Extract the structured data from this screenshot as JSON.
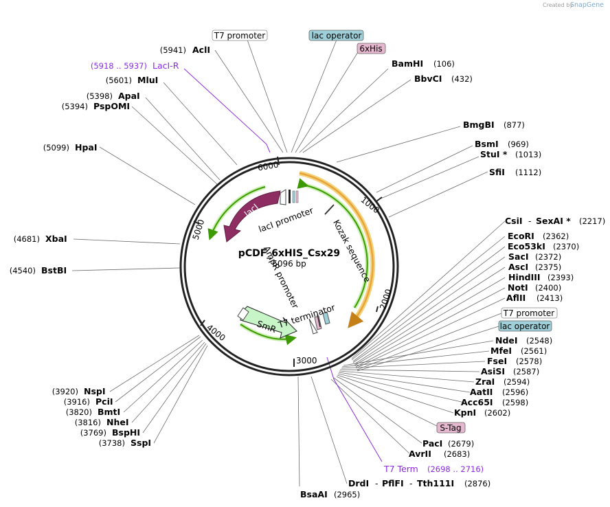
{
  "header": {
    "credit": "Created by",
    "logo": "SnapGene"
  },
  "plasmid": {
    "name": "pCDF_6xHIS_Csx29",
    "length_label": "6096 bp",
    "length_bp": 6096
  },
  "ticks": [
    "1000",
    "2000",
    "3000",
    "4000",
    "5000",
    "6000"
  ],
  "boxed_features": [
    {
      "id": "t7p-top",
      "text": "T7 promoter",
      "bg": "#ffffff"
    },
    {
      "id": "lacop-top",
      "text": "lac operator",
      "bg": "#9fcfd8"
    },
    {
      "id": "his-top",
      "text": "6xHis",
      "bg": "#e5b8cf"
    },
    {
      "id": "t7p-right",
      "text": "T7 promoter",
      "bg": "#ffffff"
    },
    {
      "id": "lacop-right",
      "text": "lac operator",
      "bg": "#9fcfd8"
    },
    {
      "id": "stag",
      "text": "S-Tag",
      "bg": "#e5b8cf"
    }
  ],
  "sites": [
    {
      "name": "AclI",
      "pos": "(5941)"
    },
    {
      "name": "LacI-R",
      "pos": "(5918 .. 5937)"
    },
    {
      "name": "MluI",
      "pos": "(5601)"
    },
    {
      "name": "ApaI",
      "pos": "(5398)"
    },
    {
      "name": "PspOMI",
      "pos": "(5394)"
    },
    {
      "name": "HpaI",
      "pos": "(5099)"
    },
    {
      "name": "XbaI",
      "pos": "(4681)"
    },
    {
      "name": "BstBI",
      "pos": "(4540)"
    },
    {
      "name": "NspI",
      "pos": "(3920)"
    },
    {
      "name": "PciI",
      "pos": "(3916)"
    },
    {
      "name": "BmtI",
      "pos": "(3820)"
    },
    {
      "name": "NheI",
      "pos": "(3816)"
    },
    {
      "name": "BspHI",
      "pos": "(3769)"
    },
    {
      "name": "SspI",
      "pos": "(3738)"
    },
    {
      "name": "BamHI",
      "pos": "(106)"
    },
    {
      "name": "BbvCI",
      "pos": "(432)"
    },
    {
      "name": "BmgBI",
      "pos": "(877)"
    },
    {
      "name": "BsmI",
      "pos": "(969)"
    },
    {
      "name": "StuI *",
      "pos": "(1013)"
    },
    {
      "name": "SfiI",
      "pos": "(1112)"
    },
    {
      "name": "CsiI",
      "sep": "-",
      "name2": "SexAI *",
      "pos": "(2217)"
    },
    {
      "name": "EcoRI",
      "pos": "(2362)"
    },
    {
      "name": "Eco53kI",
      "pos": "(2370)"
    },
    {
      "name": "SacI",
      "pos": "(2372)"
    },
    {
      "name": "AscI",
      "pos": "(2375)"
    },
    {
      "name": "HindIII",
      "pos": "(2393)"
    },
    {
      "name": "NotI",
      "pos": "(2400)"
    },
    {
      "name": "AflII",
      "pos": "(2413)"
    },
    {
      "name": "NdeI",
      "pos": "(2548)"
    },
    {
      "name": "MfeI",
      "pos": "(2561)"
    },
    {
      "name": "FseI",
      "pos": "(2578)"
    },
    {
      "name": "AsiSI",
      "pos": "(2587)"
    },
    {
      "name": "ZraI",
      "pos": "(2594)"
    },
    {
      "name": "AatII",
      "pos": "(2596)"
    },
    {
      "name": "Acc65I",
      "pos": "(2598)"
    },
    {
      "name": "KpnI",
      "pos": "(2602)"
    },
    {
      "name": "PacI",
      "pos": "(2679)"
    },
    {
      "name": "AvrII",
      "pos": "(2683)"
    },
    {
      "name": "T7 Term",
      "pos": "(2698 .. 2716)"
    },
    {
      "name": "DrdI",
      "sep": "-",
      "name2": "PflFI",
      "sep2": "-",
      "name3": "Tth111I",
      "pos": "(2876)"
    },
    {
      "name": "BsaAI",
      "pos": "(2965)"
    }
  ],
  "inner_features": {
    "lacI": "lacI",
    "lacI_promoter": "lacI promoter",
    "kozak": "Kozak sequence",
    "ampR_promoter": "AmpR promoter",
    "t7_terminator": "T7 terminator",
    "smR": "SmR"
  },
  "colors": {
    "lacI": "#8e2d62",
    "smR": "#c8f5c8",
    "orange_orf": "#e8a33a",
    "green_arrow": "#3c9a00",
    "primer": "#8a2be2",
    "leader": "#6a6a6a"
  }
}
